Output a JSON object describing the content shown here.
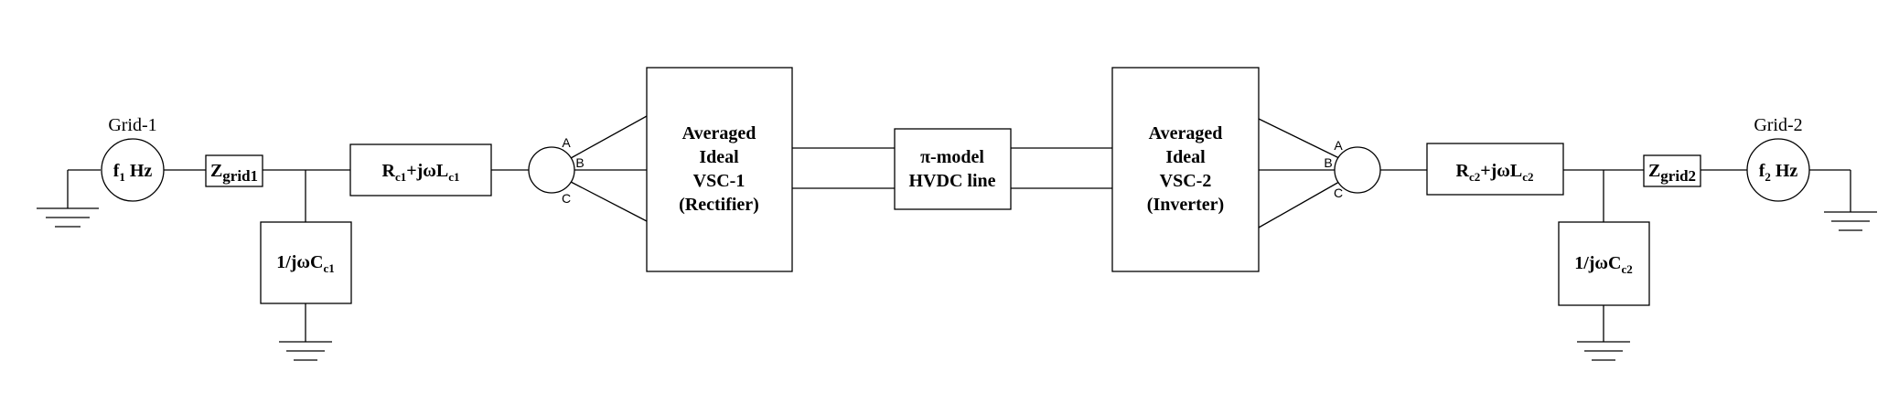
{
  "grid1": {
    "name": "Grid-1",
    "source_main": "f",
    "source_sub": "1",
    "source_unit": " Hz"
  },
  "grid2": {
    "name": "Grid-2",
    "source_main": "f",
    "source_sub": "2",
    "source_unit": " Hz"
  },
  "zgrid1": {
    "main": "Z",
    "sub": "grid1"
  },
  "zgrid2": {
    "main": "Z",
    "sub": "grid2"
  },
  "rl1": {
    "r": "R",
    "r_sub": "c1",
    "mid": "+jωL",
    "l_sub": "c1"
  },
  "rl2": {
    "r": "R",
    "r_sub": "c2",
    "mid": "+jωL",
    "l_sub": "c2"
  },
  "cap1": {
    "main": "1/jωC",
    "sub": "c1"
  },
  "cap2": {
    "main": "1/jωC",
    "sub": "c2"
  },
  "vsc1": {
    "lines": [
      "Averaged",
      "Ideal",
      "VSC-1",
      "(Rectifier)"
    ]
  },
  "vsc2": {
    "lines": [
      "Averaged",
      "Ideal",
      "VSC-2",
      "(Inverter)"
    ]
  },
  "hvdc": {
    "lines": [
      "π-model",
      "HVDC line"
    ]
  },
  "phases": {
    "a": "A",
    "b": "B",
    "c": "C"
  }
}
